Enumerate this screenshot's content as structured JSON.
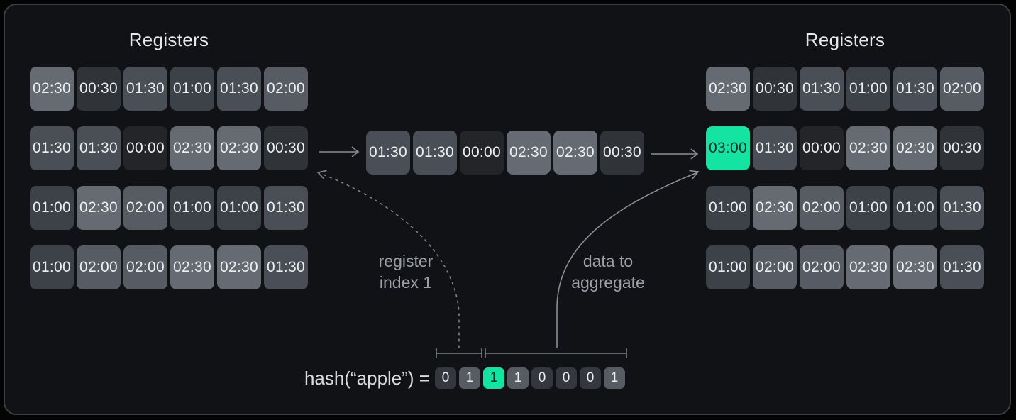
{
  "left_registers": {
    "title": "Registers",
    "rows": [
      [
        "02:30",
        "00:30",
        "01:30",
        "01:00",
        "01:30",
        "02:00"
      ],
      [
        "01:30",
        "01:30",
        "00:00",
        "02:30",
        "02:30",
        "00:30"
      ],
      [
        "01:00",
        "02:30",
        "02:00",
        "01:00",
        "01:00",
        "01:30"
      ],
      [
        "01:00",
        "02:00",
        "02:00",
        "02:30",
        "02:30",
        "01:30"
      ]
    ]
  },
  "middle_row": {
    "values": [
      "01:30",
      "01:30",
      "00:00",
      "02:30",
      "02:30",
      "00:30"
    ]
  },
  "right_registers": {
    "title": "Registers",
    "highlight_value": "03:00",
    "rows": [
      [
        "02:30",
        "00:30",
        "01:30",
        "01:00",
        "01:30",
        "02:00"
      ],
      [
        "03:00",
        "01:30",
        "00:00",
        "02:30",
        "02:30",
        "00:30"
      ],
      [
        "01:00",
        "02:30",
        "02:00",
        "01:00",
        "01:00",
        "01:30"
      ],
      [
        "01:00",
        "02:00",
        "02:00",
        "02:30",
        "02:30",
        "01:30"
      ]
    ]
  },
  "hash": {
    "label": "hash(“apple”) =",
    "bits": [
      "0",
      "1",
      "1",
      "1",
      "0",
      "0",
      "0",
      "1"
    ],
    "highlight_index": 2
  },
  "annotations": {
    "register_index": "register\nindex 1",
    "data_to_aggregate": "data to\naggregate"
  },
  "colors": {
    "outer_bg": "#040404",
    "panel_bg": "#111215",
    "panel_border": "#3a3d41",
    "title_text": "#e6e7e9",
    "cell_text": "#eceef0",
    "green": "#14e4a1",
    "green_text": "#0e2e23",
    "arrow": "#8b8f95",
    "dashed_arrow": "#7b7f86",
    "bracket": "#7f838a",
    "label_text": "#9da1a7",
    "hash_text": "#d9dadc",
    "bit0_bg": "#34383e",
    "bit1_bg": "#575c64",
    "value_colors": {
      "00:00": "#232529",
      "00:30": "#303338",
      "01:00": "#3d4148",
      "01:30": "#4a4e56",
      "02:00": "#575c64",
      "02:30": "#656a73",
      "03:00": "#14e4a1"
    }
  }
}
